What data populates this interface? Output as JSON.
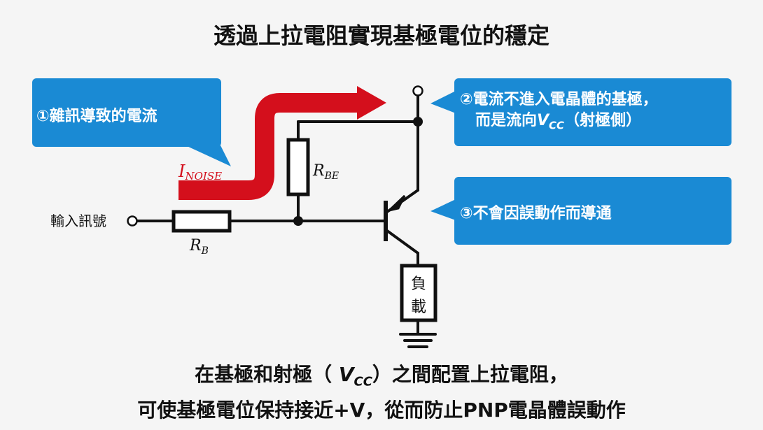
{
  "title": "透過上拉電阻實現基極電位的穩定",
  "callouts": {
    "noise": "①雜訊導致的電流",
    "no_base_line1": "②電流不進入電晶體的基極，",
    "no_base_line2_pre": "而是流向",
    "no_base_vcc_v": "V",
    "no_base_vcc_sub": "CC",
    "no_base_line2_post": "（射極側）",
    "no_malfunction": "③不會因誤動作而導通"
  },
  "labels": {
    "input_signal": "輸入訊號",
    "inoise_i": "I",
    "inoise_sub": "NOISE",
    "rbe_r": "R",
    "rbe_sub": "BE",
    "rb_r": "R",
    "rb_sub": "B",
    "load_1": "負",
    "load_2": "載"
  },
  "bottom": {
    "line1_pre": "在基極和射極（ ",
    "vcc_v": "V",
    "vcc_sub": "CC",
    "line1_post": "）之間配置上拉電阻，",
    "line2": "可使基極電位保持接近+V，從而防止PNP電晶體誤動作"
  },
  "colors": {
    "callout": "#1a8ad4",
    "noise_arrow": "#d40f1c",
    "wire": "#111111"
  }
}
